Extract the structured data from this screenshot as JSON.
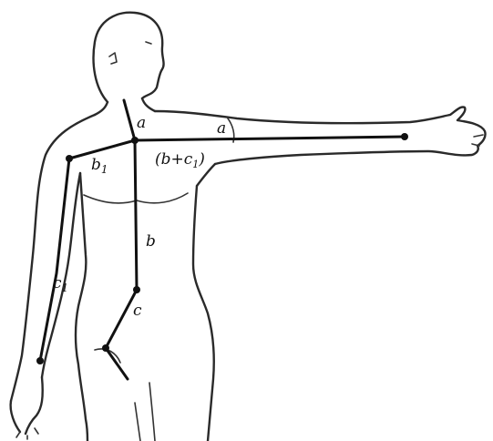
{
  "diagram": {
    "labels": {
      "a": "a",
      "a_prime": "a",
      "b": "b",
      "b1": "b",
      "b1_sub": "1",
      "c": "c",
      "c1": "c",
      "c1_sub": "1",
      "bc1": "(b+c",
      "bc1_sub": "1",
      "bc1_close": ")"
    },
    "colors": {
      "ink": "#111111",
      "outline": "#2a2a2a",
      "background": "#ffffff"
    }
  }
}
